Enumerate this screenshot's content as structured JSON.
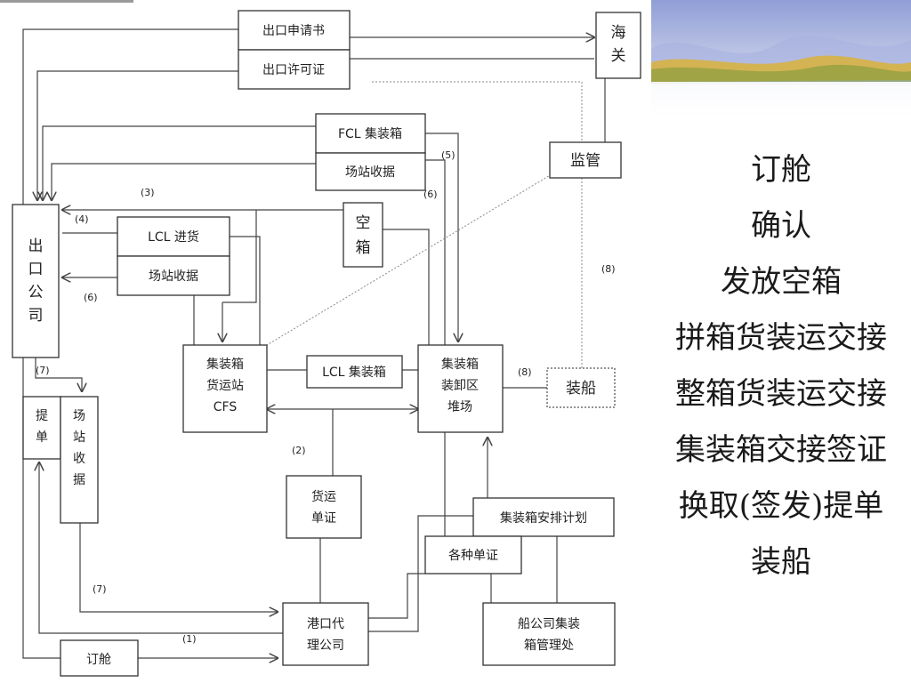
{
  "boxes": {
    "export_application": "出口申请书",
    "export_license": "出口许可证",
    "customs": [
      "海",
      "关"
    ],
    "fcl_container": "FCL 集装箱",
    "fcl_station_receipt": "场站收据",
    "supervision": "监管",
    "export_company": [
      "出",
      "口",
      "公",
      "司"
    ],
    "lcl_goods": "LCL 进货",
    "lcl_station_receipt": "场站收据",
    "empty_container": [
      "空",
      "箱"
    ],
    "cfs": [
      "集装箱",
      "货运站",
      "CFS"
    ],
    "lcl_container": "LCL 集装箱",
    "container_yard": [
      "集装箱",
      "装卸区",
      "堆场"
    ],
    "loading": "装船",
    "bill_of_lading": [
      "提",
      "单"
    ],
    "station_receipt_vertical": [
      "场",
      "站",
      "收",
      "据"
    ],
    "freight_documents": [
      "货运",
      "单证"
    ],
    "container_plan": "集装箱安排计划",
    "various_documents": "各种单证",
    "port_agent": [
      "港口代",
      "理公司"
    ],
    "shipping_company": [
      "船公司集装",
      "箱管理处"
    ],
    "booking": "订舱"
  },
  "step_labels": {
    "s1": "(1)",
    "s2": "(2)",
    "s3": "(3)",
    "s4": "(4)",
    "s5": "(5)",
    "s6a": "(6)",
    "s6b": "(6)",
    "s7a": "(7)",
    "s7b": "(7)",
    "s8a": "(8)",
    "s8b": "(8)"
  },
  "side_list": [
    "订舱",
    "确认",
    "发放空箱",
    "拼箱货装运交接",
    "整箱货装运交接",
    "集装箱交接签证",
    "换取(签发)提单",
    "装船"
  ]
}
